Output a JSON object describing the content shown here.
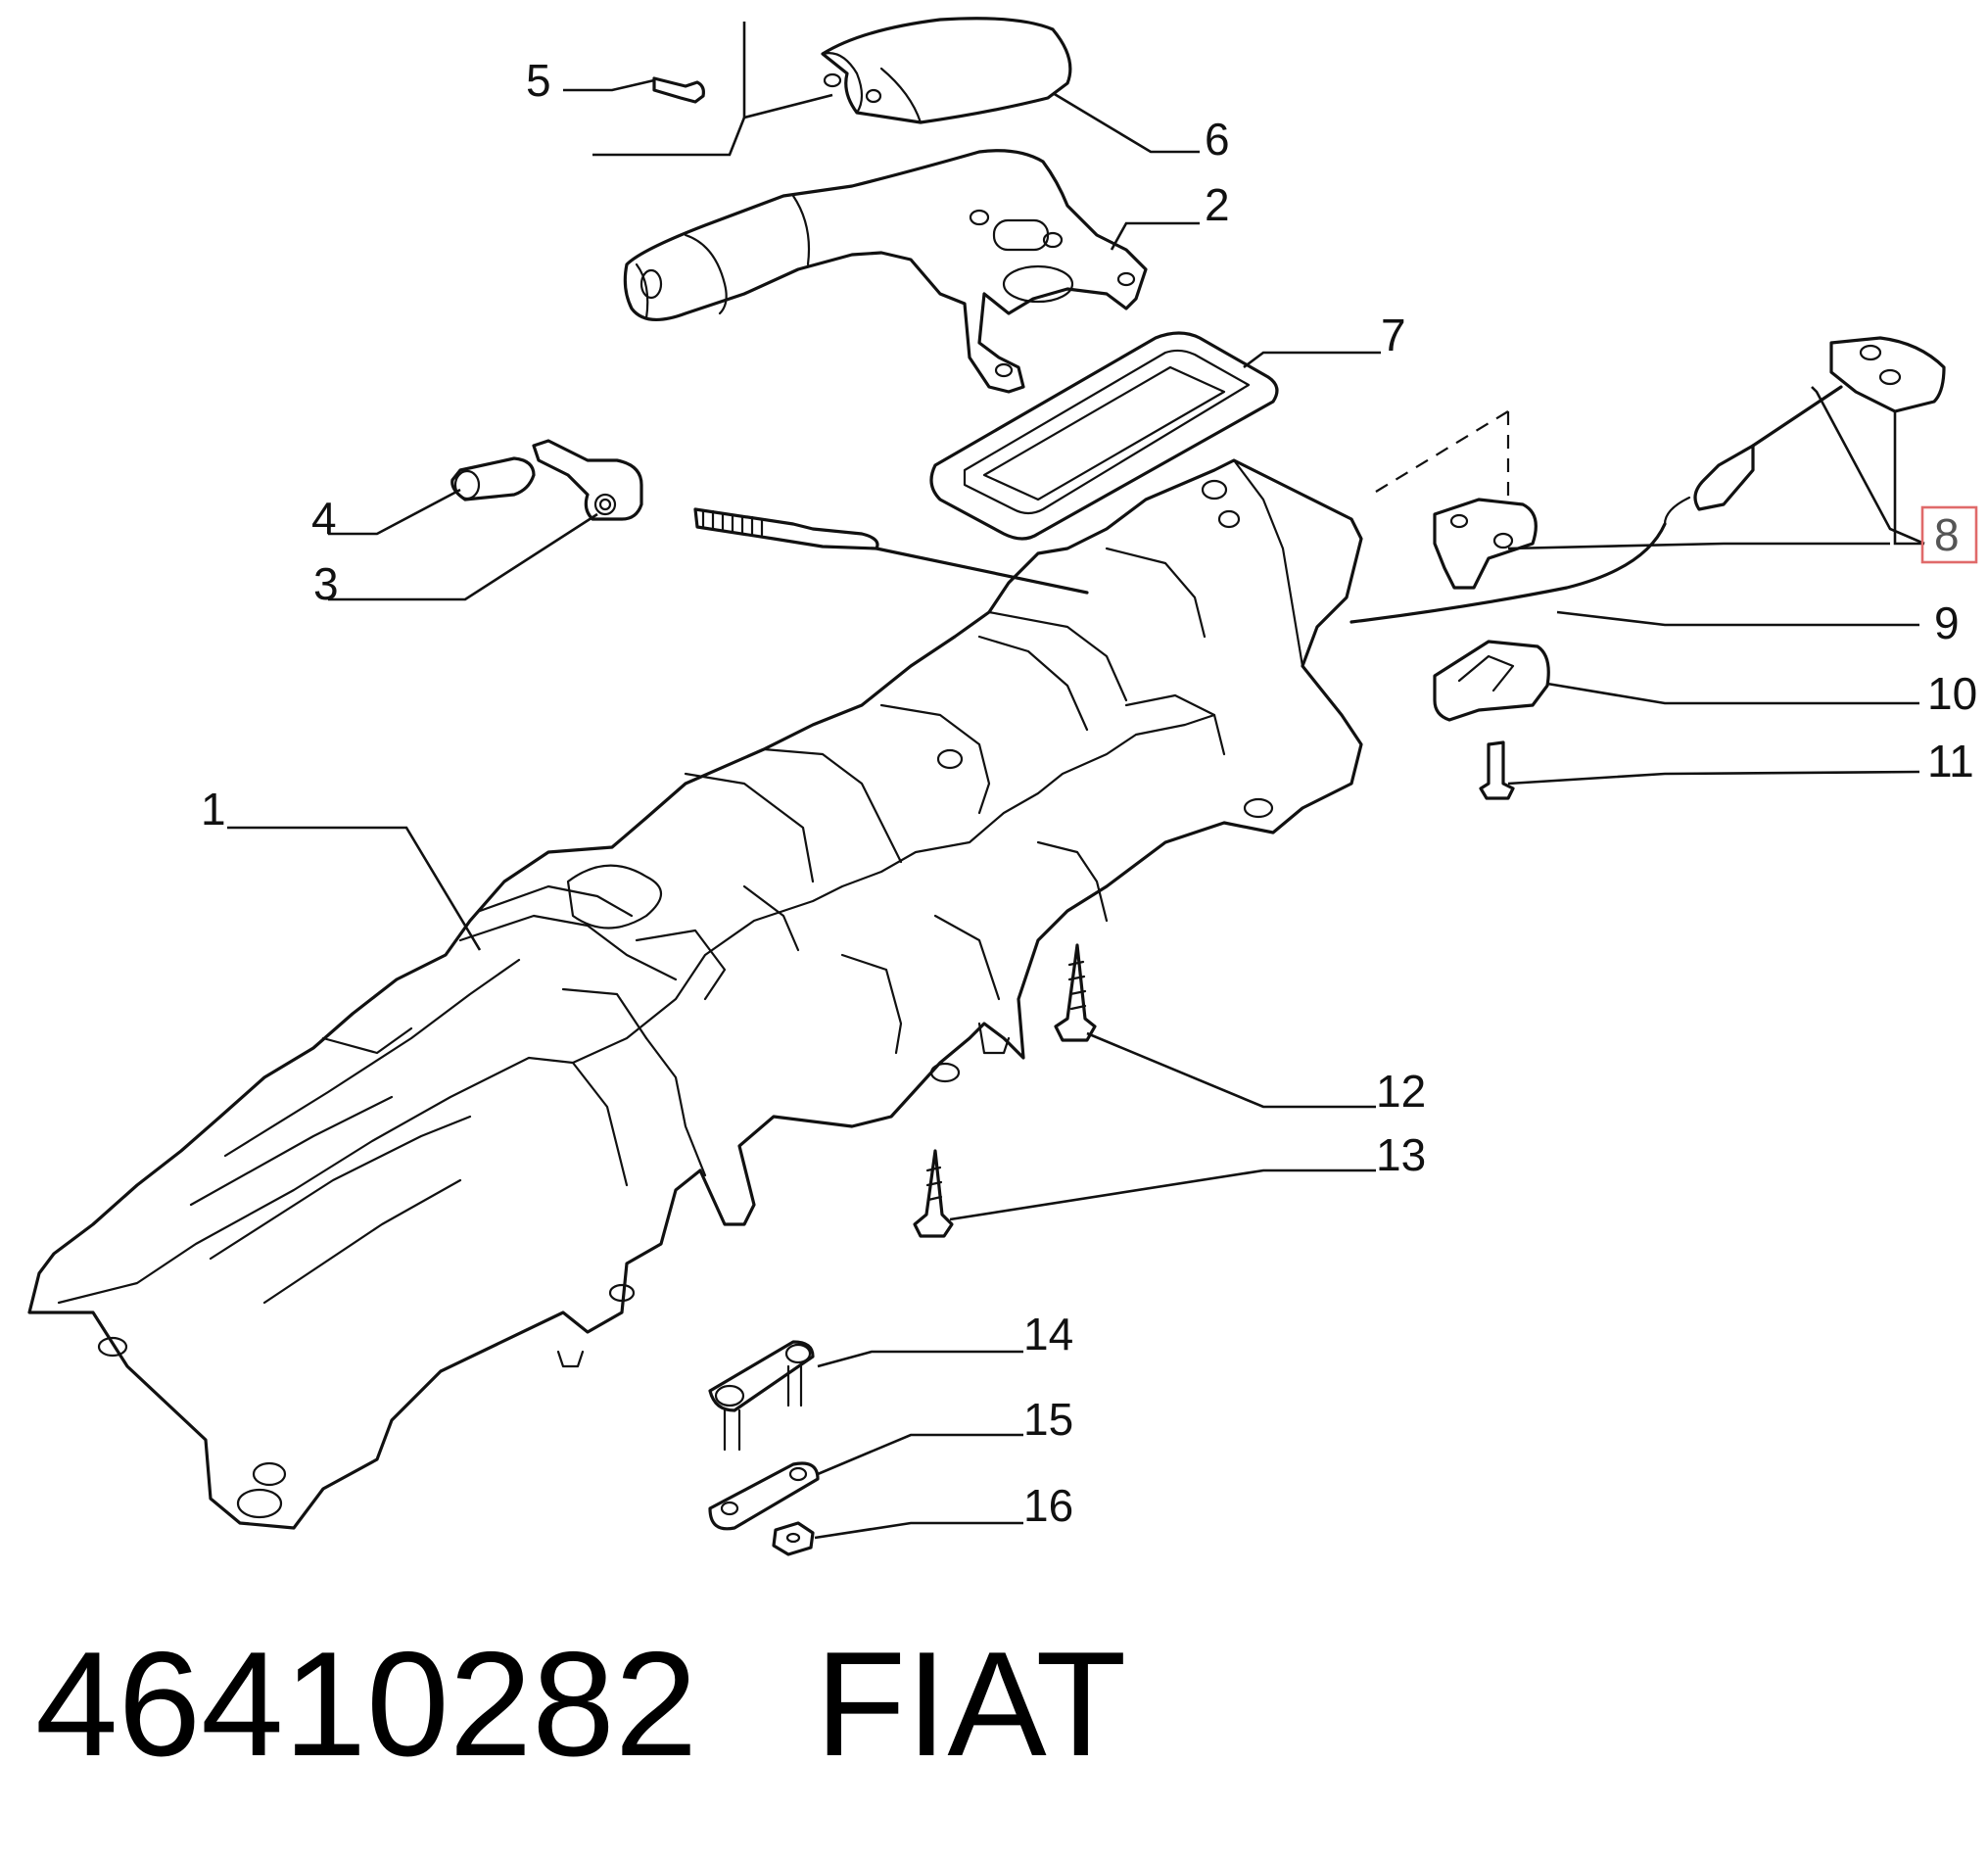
{
  "diagram": {
    "callouts": [
      "1",
      "2",
      "3",
      "4",
      "5",
      "6",
      "7",
      "8",
      "9",
      "10",
      "11",
      "12",
      "13",
      "14",
      "15",
      "16"
    ],
    "highlighted_callout": "8",
    "highlight_color": "#e06a6a"
  },
  "footer": {
    "part_number": "46410282",
    "brand": "FIAT"
  }
}
